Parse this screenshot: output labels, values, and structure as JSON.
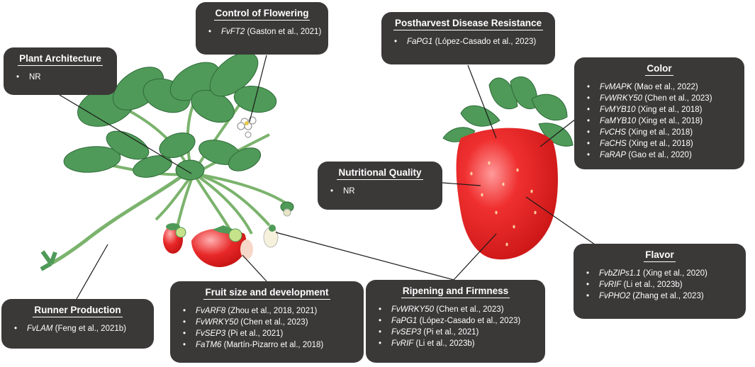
{
  "boxes": {
    "control_flowering": {
      "title": "Control of Flowering",
      "items": [
        {
          "gene": "FvFT2",
          "ref": "(Gaston et al., 2021)"
        }
      ]
    },
    "plant_architecture": {
      "title": "Plant Architecture",
      "items": [
        {
          "gene": "",
          "ref": "NR"
        }
      ]
    },
    "postharvest": {
      "title": "Postharvest Disease Resistance",
      "items": [
        {
          "gene": "FaPG1",
          "ref": "(López-Casado et al., 2023)"
        }
      ]
    },
    "color": {
      "title": "Color",
      "items": [
        {
          "gene": "FvMAPK",
          "ref": "(Mao et al., 2022)"
        },
        {
          "gene": "FvWRKY50",
          "ref": "(Chen et al., 2023)"
        },
        {
          "gene": "FvMYB10",
          "ref": "(Xing et al., 2018)"
        },
        {
          "gene": "FaMYB10",
          "ref": "(Xing et al., 2018)"
        },
        {
          "gene": "FvCHS",
          "ref": "(Xing et al., 2018)"
        },
        {
          "gene": "FaCHS",
          "ref": "(Xing et al., 2018)"
        },
        {
          "gene": "FaRAP",
          "ref": "(Gao et al., 2020)"
        }
      ]
    },
    "nutritional": {
      "title": "Nutritional Quality",
      "items": [
        {
          "gene": "",
          "ref": "NR"
        }
      ]
    },
    "flavor": {
      "title": "Flavor",
      "items": [
        {
          "gene": "FvbZIPs1.1",
          "ref": "(Xing et al., 2020)"
        },
        {
          "gene": "FvRIF",
          "ref": "(Li et al., 2023b)"
        },
        {
          "gene": "FvPHO2",
          "ref": "(Zhang et al., 2023)"
        }
      ]
    },
    "runner": {
      "title": "Runner Production",
      "items": [
        {
          "gene": "FvLAM",
          "ref": "(Feng et al., 2021b)"
        }
      ]
    },
    "fruit_size": {
      "title": "Fruit size and development",
      "items": [
        {
          "gene": "FvARF8",
          "ref": "(Zhou et al., 2018, 2021)"
        },
        {
          "gene": "FvWRKY50",
          "ref": "(Chen et al., 2023)"
        },
        {
          "gene": "FvSEP3",
          "ref": "(Pi et al., 2021)"
        },
        {
          "gene": "FaTM6",
          "ref": "(Martín-Pizarro et al., 2018)"
        }
      ]
    },
    "ripening": {
      "title": "Ripening and Firmness",
      "items": [
        {
          "gene": "FvWRKY50",
          "ref": "(Chen et al., 2023)"
        },
        {
          "gene": "FaPG1",
          "ref": "(López-Casado et al., 2023)"
        },
        {
          "gene": "FvSEP3",
          "ref": "(Pi et al., 2021)"
        },
        {
          "gene": "FvRIF",
          "ref": "(Li et al., 2023b)"
        }
      ]
    }
  },
  "colors": {
    "box_bg": "#3b3838",
    "leaf": "#4f9a58",
    "leaf_dark": "#2f6a3a",
    "berry": "#e82020",
    "berry_light": "#ff8a8a",
    "stem": "#7bb36d"
  }
}
